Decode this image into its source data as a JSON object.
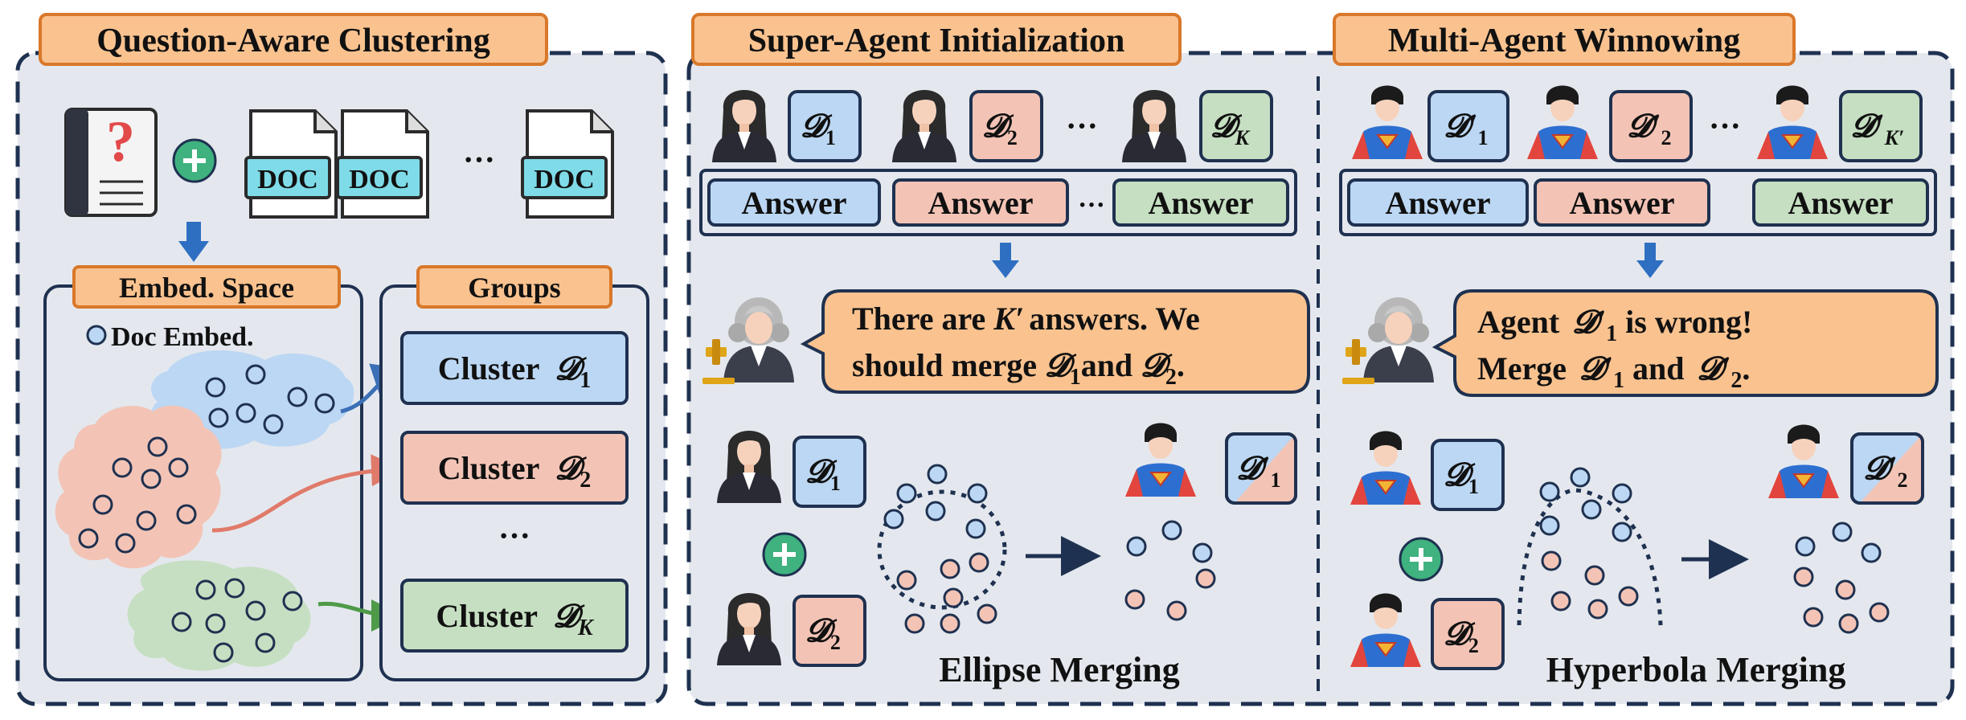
{
  "panels": {
    "clustering": {
      "title": "Question-Aware Clustering",
      "doc_label": "DOC",
      "doc_ellipsis": "···",
      "embed_title": "Embed. Space",
      "embed_legend": "Doc Embed.",
      "groups_title": "Groups",
      "cluster_word": "Cluster",
      "clusters": [
        {
          "sym": "𝓓",
          "sub": "1",
          "color": "#bcd7f3"
        },
        {
          "sym": "𝓓",
          "sub": "2",
          "color": "#f3c4b6"
        },
        {
          "sym": "𝓓",
          "sub": "K",
          "color": "#c6dfc2"
        }
      ],
      "groups_ellipsis": "···"
    },
    "init": {
      "title": "Super-Agent Initialization",
      "agents": [
        {
          "sym": "𝓓",
          "sub": "1"
        },
        {
          "sym": "𝓓",
          "sub": "2"
        },
        {
          "sym": "𝓓",
          "sub": "K"
        }
      ],
      "agent_ellipsis": "···",
      "answer_label": "Answer",
      "answer_ellipsis": "···",
      "speech_line1_a": "There are ",
      "speech_line1_k": "K′",
      "speech_line1_b": "answers. We",
      "speech_line2_a": "should merge ",
      "speech_line2_d1": "𝓓",
      "speech_line2_s1": "1",
      "speech_line2_and": "and ",
      "speech_line2_d2": "𝓓",
      "speech_line2_s2": "2",
      "speech_line2_end": ".",
      "merge_top": {
        "sym": "𝓓",
        "sub": "1"
      },
      "merge_bottom": {
        "sym": "𝓓",
        "sub": "2"
      },
      "merge_result": {
        "sym": "𝓓′",
        "sub": "1"
      },
      "merge_caption": "Ellipse Merging"
    },
    "winnow": {
      "title": "Multi-Agent Winnowing",
      "agents": [
        {
          "sym": "𝓓′",
          "sub": "1"
        },
        {
          "sym": "𝓓′",
          "sub": "2"
        },
        {
          "sym": "𝓓′",
          "sub": "K′"
        }
      ],
      "agent_ellipsis": "···",
      "answer_label": "Answer",
      "speech_line1_a": "Agent ",
      "speech_line1_d": "𝓓′",
      "speech_line1_s": "1",
      "speech_line1_b": " is wrong!",
      "speech_line2_a": "Merge ",
      "speech_line2_d1": "𝓓′",
      "speech_line2_s1": "1",
      "speech_line2_and": " and ",
      "speech_line2_d2": "𝓓′",
      "speech_line2_s2": "2",
      "speech_line2_end": ".",
      "merge_top": {
        "sym": "𝓓",
        "sub": "1"
      },
      "merge_bottom": {
        "sym": "𝓓",
        "sub": "2"
      },
      "merge_result": {
        "sym": "𝓓′",
        "sub": "2"
      },
      "merge_caption": "Hyperbola Merging"
    }
  },
  "colors": {
    "blue": "#bcd7f3",
    "red": "#f3c4b6",
    "green": "#c6dfc2",
    "orange": "#f9c28f",
    "navy": "#1f3150",
    "panel_bg": "#e4e8ee"
  }
}
